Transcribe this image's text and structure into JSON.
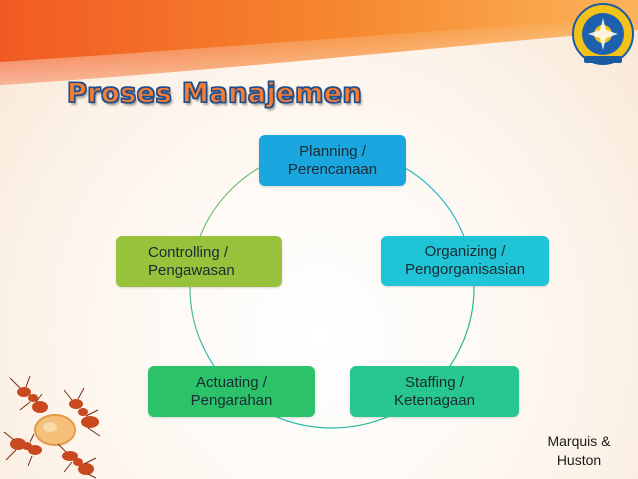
{
  "slide": {
    "title": "Proses Manajemen",
    "credit": "Marquis &\nHuston"
  },
  "cycle": {
    "nodes": [
      {
        "id": "planning",
        "label": "Planning /\nPerencanaan",
        "color": "#1aa6df"
      },
      {
        "id": "organizing",
        "label": "Organizing /\nPengorganisasian",
        "color": "#1fc4d6"
      },
      {
        "id": "staffing",
        "label": "Staffing /\nKetenagaan",
        "color": "#27c78f"
      },
      {
        "id": "actuating",
        "label": "Actuating /\nPengarahan",
        "color": "#2bc26a"
      },
      {
        "id": "controlling",
        "label": "Controlling /\nPengawasan",
        "color": "#98c13c"
      }
    ]
  },
  "decor": {
    "logo_icon": "university-seal-icon",
    "corner_image": "ants-photo"
  }
}
